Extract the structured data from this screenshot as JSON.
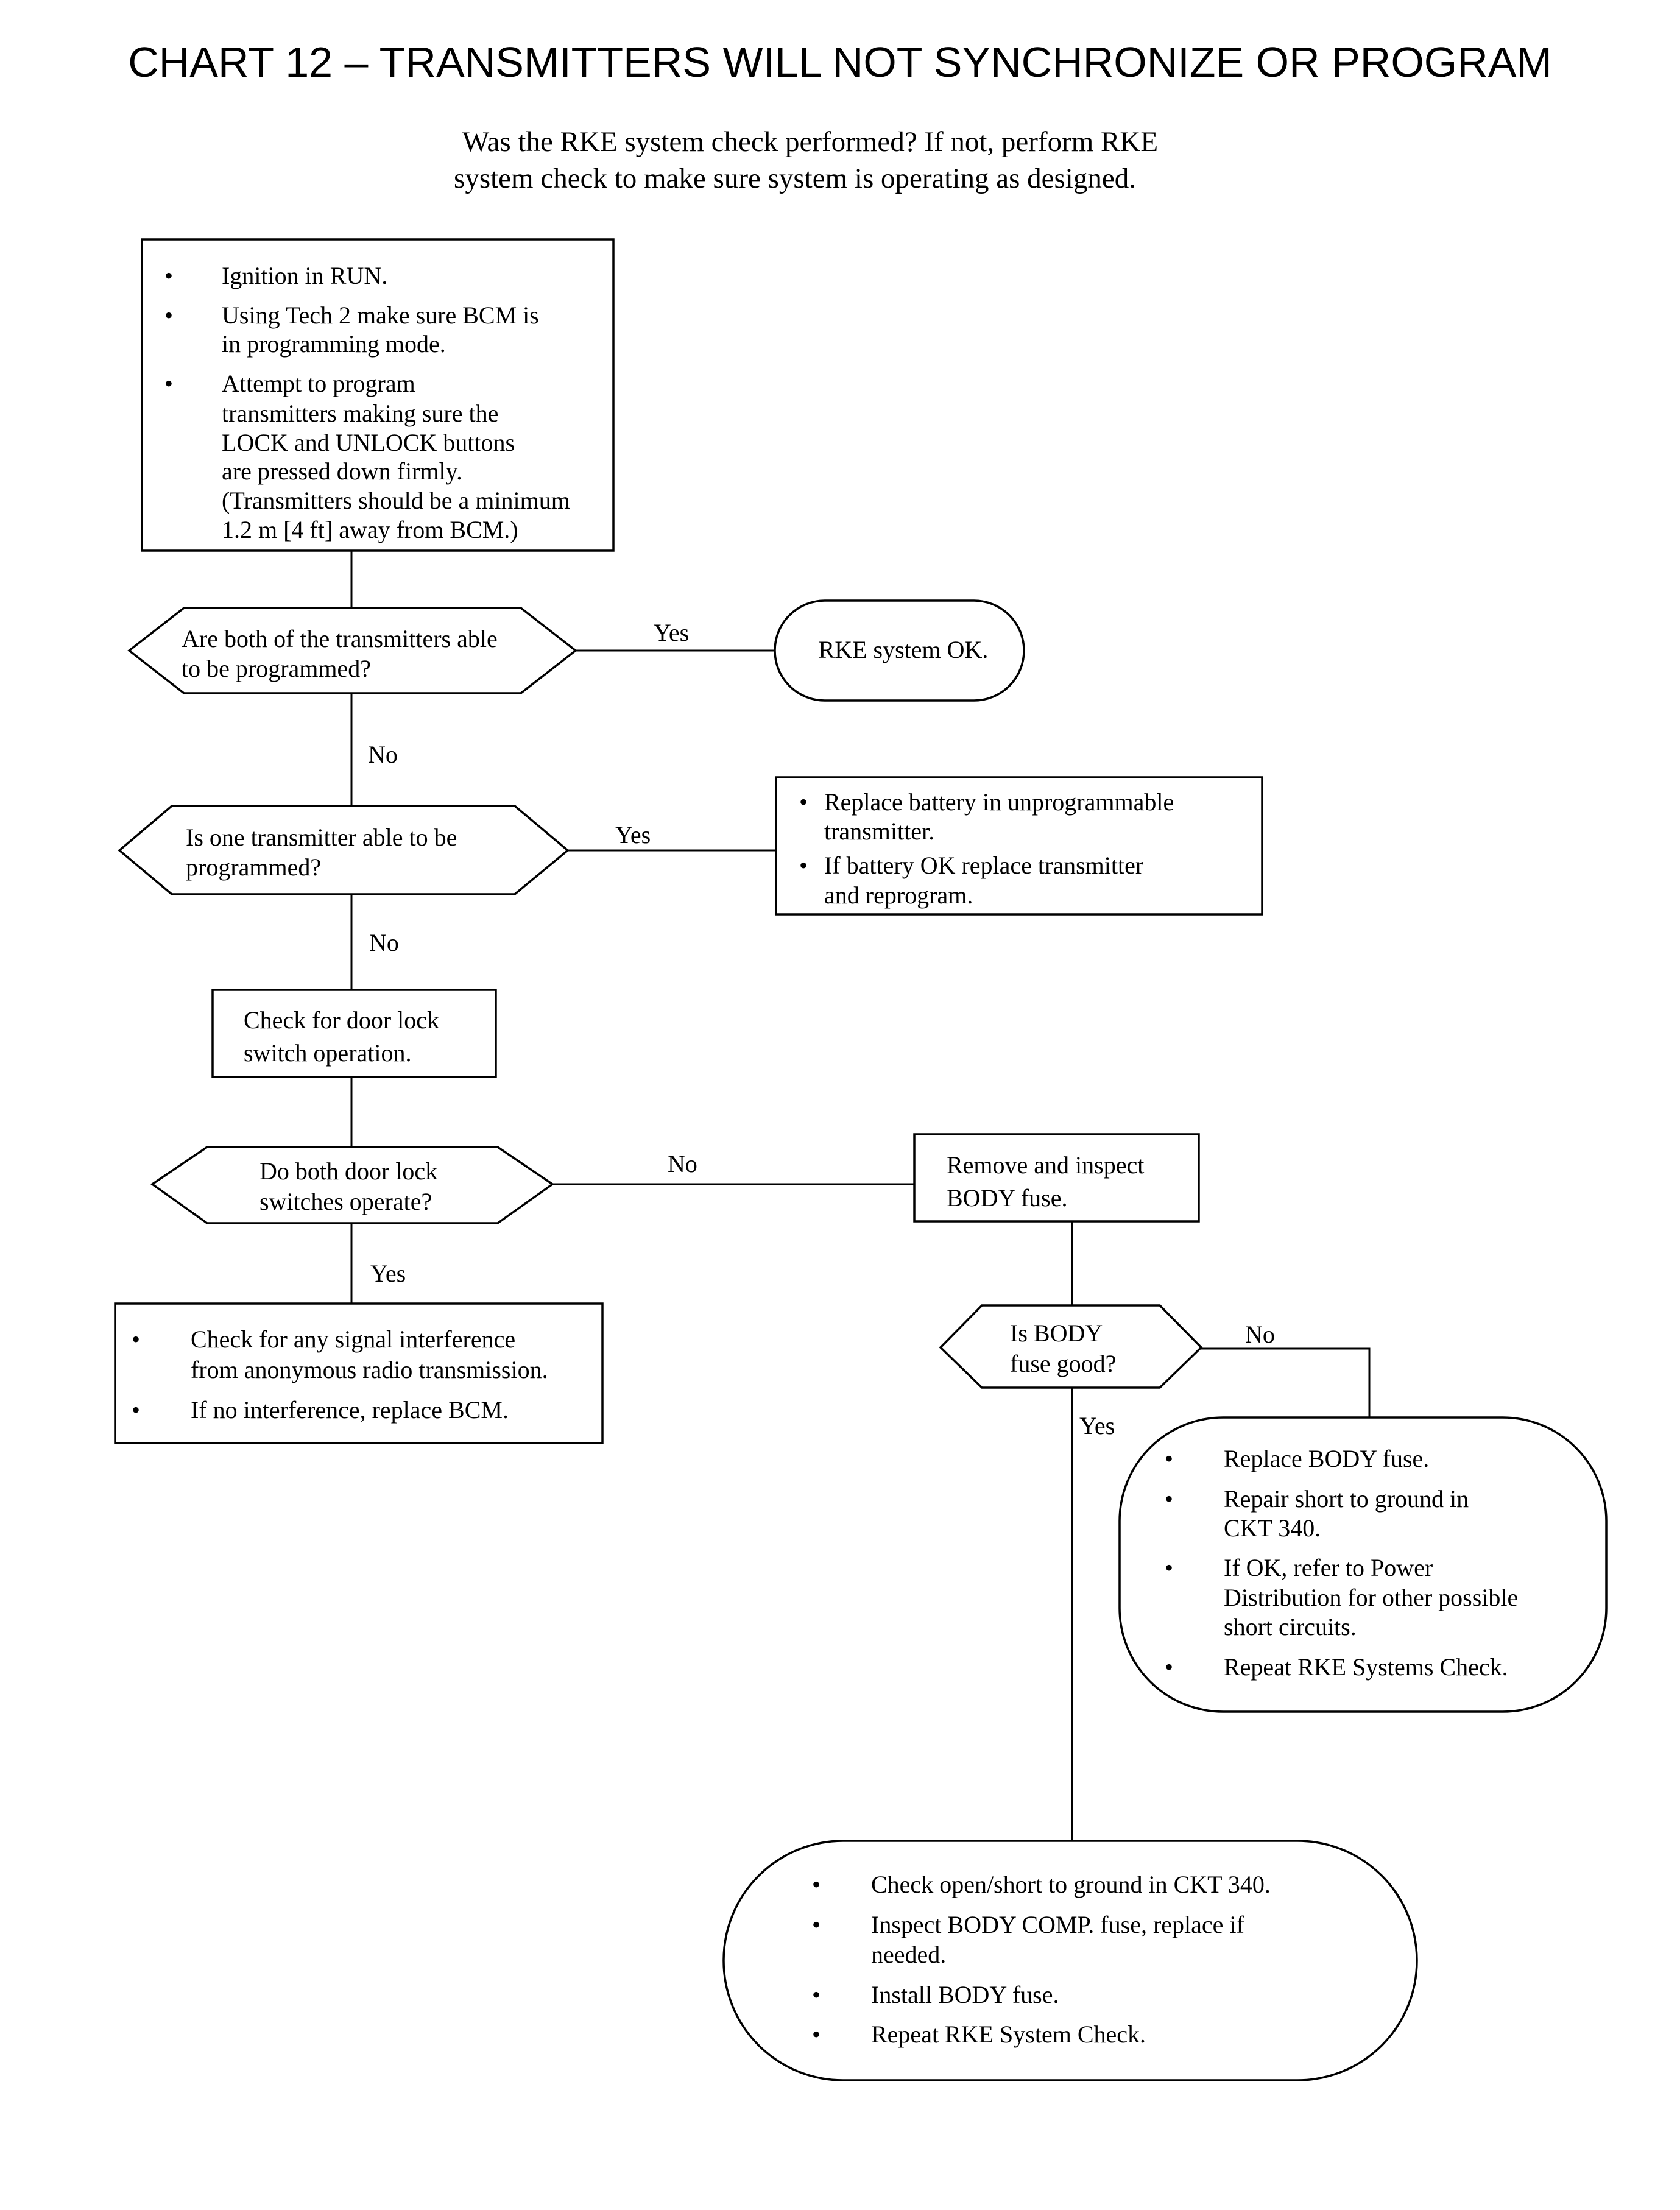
{
  "title": "CHART 12 – TRANSMITTERS WILL NOT SYNCHRONIZE OR PROGRAM",
  "intro": [
    "Was the RKE system check performed? If not, perform RKE",
    "system check to make sure system is operating as designed."
  ],
  "step1": {
    "bullets": [
      [
        "Ignition in RUN."
      ],
      [
        "Using Tech 2 make sure BCM is",
        "in programming mode."
      ],
      [
        "Attempt to program",
        "transmitters making sure the",
        "LOCK and UNLOCK buttons",
        "are pressed down firmly.",
        "(Transmitters should be a minimum",
        "1.2 m [4 ft] away from BCM.)"
      ]
    ]
  },
  "q1": {
    "lines": [
      "Are both of the transmitters able",
      "to be programmed?"
    ],
    "yes": "Yes",
    "no": "No"
  },
  "rke_ok": "RKE system OK.",
  "q2": {
    "lines": [
      "Is one transmitter able to be",
      "programmed?"
    ],
    "yes": "Yes",
    "no": "No"
  },
  "replace_battery": {
    "bullets": [
      [
        "Replace battery in unprogrammable",
        "transmitter."
      ],
      [
        "If battery OK replace transmitter",
        "and reprogram."
      ]
    ]
  },
  "check_switch": [
    "Check for door lock",
    "switch operation."
  ],
  "q3": {
    "lines": [
      "Do both door lock",
      "switches operate?"
    ],
    "yes": "Yes",
    "no": "No"
  },
  "inspect_fuse": [
    "Remove and inspect",
    "BODY fuse."
  ],
  "signal_check": {
    "bullets": [
      [
        "Check for any signal interference",
        "from anonymous radio transmission."
      ],
      [
        "If no interference, replace BCM."
      ]
    ]
  },
  "q4": {
    "lines": [
      "Is BODY",
      "fuse good?"
    ],
    "yes": "Yes",
    "no": "No"
  },
  "fuse_bad": {
    "bullets": [
      [
        "Replace BODY  fuse."
      ],
      [
        "Repair short to ground in",
        "CKT 340."
      ],
      [
        "If OK, refer to Power",
        "Distribution for other possible",
        "short circuits."
      ],
      [
        "Repeat RKE Systems Check."
      ]
    ]
  },
  "fuse_good": {
    "bullets": [
      [
        "Check open/short to ground in CKT 340."
      ],
      [
        "Inspect BODY COMP.  fuse, replace if",
        "needed."
      ],
      [
        "Install BODY fuse."
      ],
      [
        "Repeat RKE System Check."
      ]
    ]
  }
}
